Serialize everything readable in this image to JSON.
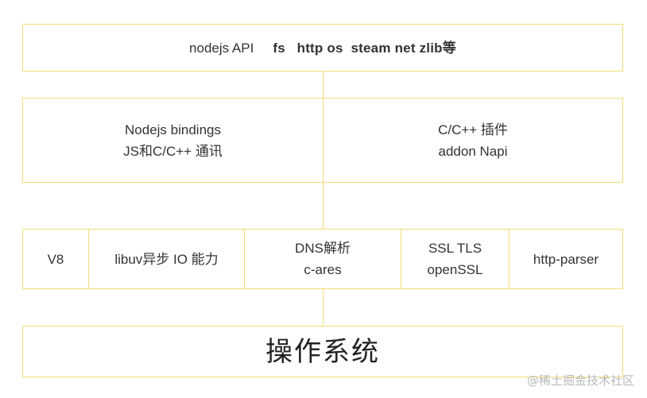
{
  "layers": {
    "api": {
      "label": "nodejs API",
      "modules": "fs   http os  steam net zlib等"
    },
    "bindings": {
      "line1": "Nodejs bindings",
      "line2": "JS和C/C++ 通讯"
    },
    "addon": {
      "line1": "C/C++ 插件",
      "line2": "addon  Napi"
    },
    "deps": {
      "v8": "V8",
      "libuv": "libuv异步 IO 能力",
      "dns_line1": "DNS解析",
      "dns_line2": "c-ares",
      "ssl_line1": "SSL TLS",
      "ssl_line2": "openSSL",
      "http_parser": "http-parser"
    },
    "os": {
      "label": "操作系统"
    }
  },
  "watermark": "@稀土掘金技术社区",
  "colors": {
    "border": "#f5dc7a",
    "text": "#333333",
    "watermark": "#b9b9b9"
  }
}
